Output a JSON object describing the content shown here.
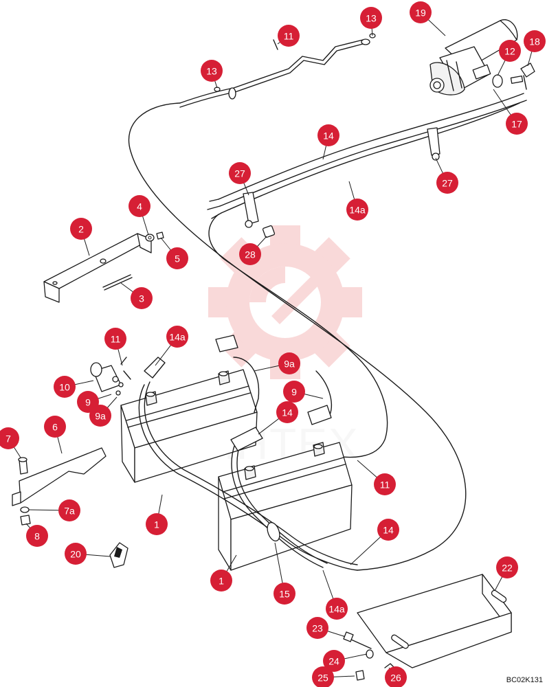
{
  "watermark": {
    "text": "ИНТЕХ",
    "color": "#f4b9b9"
  },
  "diagram_code": "BC02K131",
  "callout_color": "#d61f35",
  "callouts": [
    {
      "id": "c19",
      "label": "19"
    },
    {
      "id": "c13a",
      "label": "13"
    },
    {
      "id": "c11a",
      "label": "11"
    },
    {
      "id": "c13b",
      "label": "13"
    },
    {
      "id": "c18",
      "label": "18"
    },
    {
      "id": "c12",
      "label": "12"
    },
    {
      "id": "c17",
      "label": "17"
    },
    {
      "id": "c14a",
      "label": "14"
    },
    {
      "id": "c27a",
      "label": "27"
    },
    {
      "id": "c27b",
      "label": "27"
    },
    {
      "id": "c14a_a",
      "label": "14a"
    },
    {
      "id": "c4",
      "label": "4"
    },
    {
      "id": "c2",
      "label": "2"
    },
    {
      "id": "c5",
      "label": "5"
    },
    {
      "id": "c28",
      "label": "28"
    },
    {
      "id": "c3",
      "label": "3"
    },
    {
      "id": "c11b",
      "label": "11"
    },
    {
      "id": "c14a_b",
      "label": "14a"
    },
    {
      "id": "c9a_a",
      "label": "9a"
    },
    {
      "id": "c10",
      "label": "10"
    },
    {
      "id": "c9_a",
      "label": "9"
    },
    {
      "id": "c9a_b",
      "label": "9a"
    },
    {
      "id": "c9_b",
      "label": "9"
    },
    {
      "id": "c14b",
      "label": "14"
    },
    {
      "id": "c7",
      "label": "7"
    },
    {
      "id": "c6",
      "label": "6"
    },
    {
      "id": "c11c",
      "label": "11"
    },
    {
      "id": "c7a",
      "label": "7a"
    },
    {
      "id": "c1a",
      "label": "1"
    },
    {
      "id": "c8",
      "label": "8"
    },
    {
      "id": "c14c",
      "label": "14"
    },
    {
      "id": "c20",
      "label": "20"
    },
    {
      "id": "c22",
      "label": "22"
    },
    {
      "id": "c1b",
      "label": "1"
    },
    {
      "id": "c15",
      "label": "15"
    },
    {
      "id": "c14a_c",
      "label": "14a"
    },
    {
      "id": "c23",
      "label": "23"
    },
    {
      "id": "c24",
      "label": "24"
    },
    {
      "id": "c25",
      "label": "25"
    },
    {
      "id": "c26",
      "label": "26"
    }
  ]
}
